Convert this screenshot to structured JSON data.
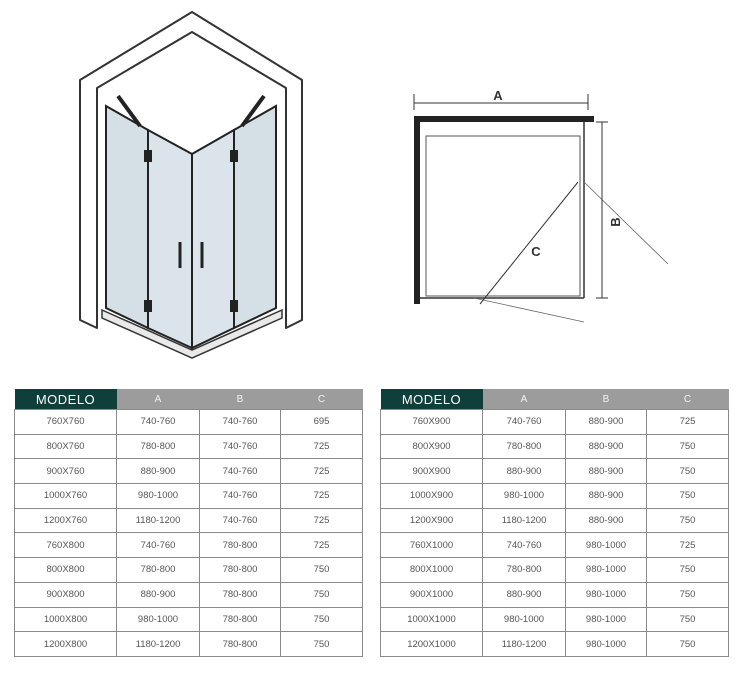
{
  "diagram": {
    "label_a": "A",
    "label_b": "B",
    "label_c": "C"
  },
  "tables": [
    {
      "headers": [
        "MODELO",
        "A",
        "B",
        "C"
      ],
      "rows": [
        [
          "760X760",
          "740-760",
          "740-760",
          "695"
        ],
        [
          "800X760",
          "780-800",
          "740-760",
          "725"
        ],
        [
          "900X760",
          "880-900",
          "740-760",
          "725"
        ],
        [
          "1000X760",
          "980-1000",
          "740-760",
          "725"
        ],
        [
          "1200X760",
          "1180-1200",
          "740-760",
          "725"
        ],
        [
          "760X800",
          "740-760",
          "780-800",
          "725"
        ],
        [
          "800X800",
          "780-800",
          "780-800",
          "750"
        ],
        [
          "900X800",
          "880-900",
          "780-800",
          "750"
        ],
        [
          "1000X800",
          "980-1000",
          "780-800",
          "750"
        ],
        [
          "1200X800",
          "1180-1200",
          "780-800",
          "750"
        ]
      ]
    },
    {
      "headers": [
        "MODELO",
        "A",
        "B",
        "C"
      ],
      "rows": [
        [
          "760X900",
          "740-760",
          "880-900",
          "725"
        ],
        [
          "800X900",
          "780-800",
          "880-900",
          "750"
        ],
        [
          "900X900",
          "880-900",
          "880-900",
          "750"
        ],
        [
          "1000X900",
          "980-1000",
          "880-900",
          "750"
        ],
        [
          "1200X900",
          "1180-1200",
          "880-900",
          "750"
        ],
        [
          "760X1000",
          "740-760",
          "980-1000",
          "725"
        ],
        [
          "800X1000",
          "780-800",
          "980-1000",
          "750"
        ],
        [
          "900X1000",
          "880-900",
          "980-1000",
          "750"
        ],
        [
          "1000X1000",
          "980-1000",
          "980-1000",
          "750"
        ],
        [
          "1200X1000",
          "1180-1200",
          "980-1000",
          "750"
        ]
      ]
    }
  ]
}
